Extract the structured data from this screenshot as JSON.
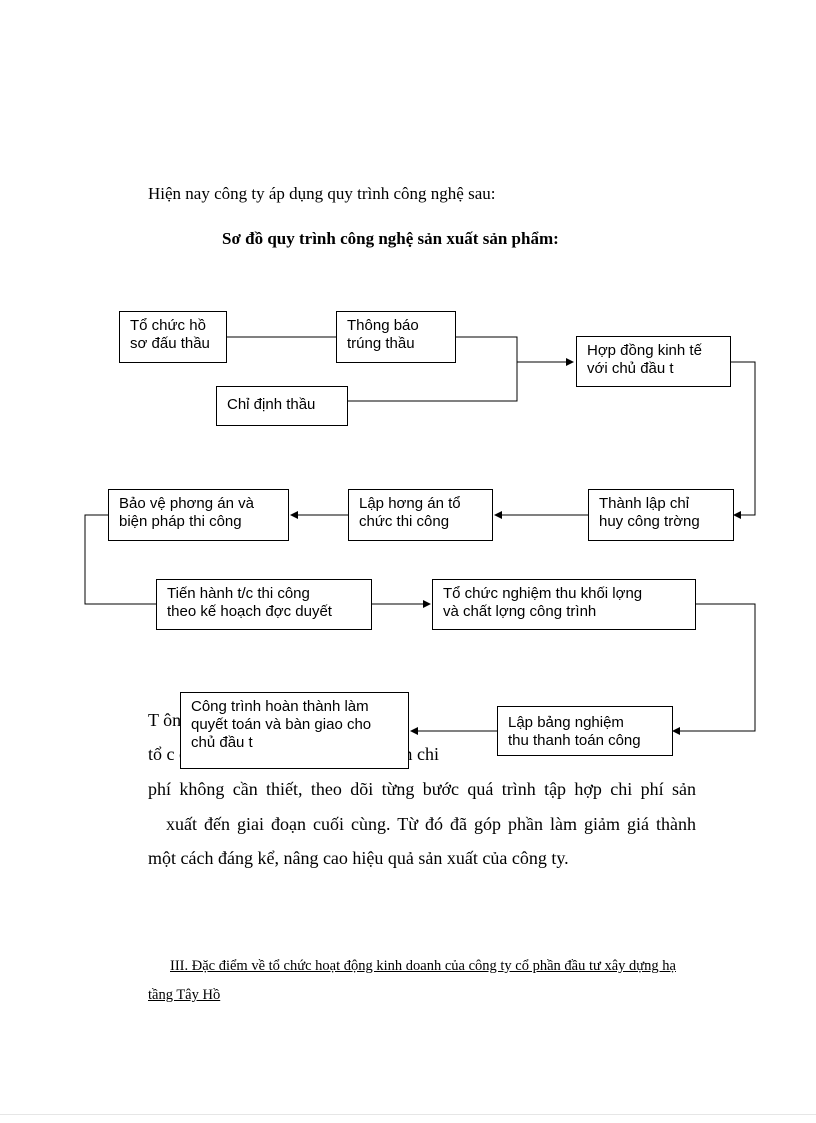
{
  "intro_text": "Hiện nay công ty áp dụng quy trình công nghệ sau:",
  "diagram_title": "Sơ đồ quy trình công nghệ sản xuất sản phẩm:",
  "flow_nodes": {
    "to_chuc_ho_so": "Tổ chức hồ\nsơ đấu thầu",
    "thong_bao": "Thông báo\ntrúng thầu",
    "chi_dinh": "Chỉ định thầu",
    "hop_dong": "Hợp đồng kinh tế\nvới chủ đầu t",
    "thanh_lap": "Thành lập chỉ\nhuy công trờng",
    "lap_phuong_an": "Lập hơng   án tổ\nchức thi công",
    "bao_ve": "Bảo vệ phơng   án và\nbiện pháp thi công",
    "tien_hanh": "Tiến hành t/c thi công\ntheo kế hoạch đợc   duyết",
    "nghiem_thu": "Tổ chức nghiệm thu khối lợng\nvà chất lợng   công trình",
    "lap_bang": "Lập bảng nghiệm\nthu thanh toán công",
    "hoan_thanh": "Công trình hoàn thành làm\nquyết toán và bàn giao cho\nchủ đầu t"
  },
  "paragraph_lines": [
    "T                                                  ông nghệ cu                                    iệc",
    "tổ c                                                  chi phí đầu vào hợp lý, tiết kiệm chi",
    "phí không cần thiết, theo dõi từng bước quá trình tập hợp chi phí sản",
    "xuất đến giai đoạn cuối cùng. Từ đó đã góp phần làm giảm giá thành",
    "một cách đáng kể, nâng cao hiệu quả sản xuất của công ty."
  ],
  "section_heading": "III. Đặc điểm về tổ chức hoạt động kinh doanh của công ty cổ phần đầu tư xây dựng hạ tầng Tây Hồ"
}
